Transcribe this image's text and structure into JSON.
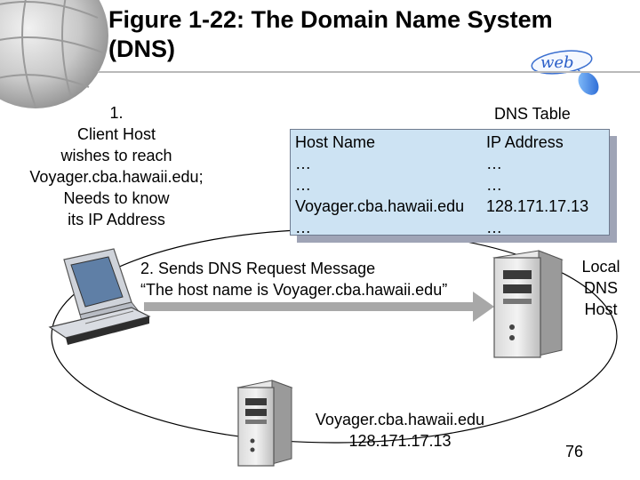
{
  "title": {
    "line1": "Figure 1-22: The Domain Name System",
    "line2": "(DNS)"
  },
  "logo_text": "web",
  "client": {
    "lines": [
      "1.",
      "Client Host",
      "wishes to reach",
      "Voyager.cba.hawaii.edu;",
      "Needs to know",
      "its IP Address"
    ]
  },
  "dns_table": {
    "caption": "DNS Table",
    "headers": [
      "Host Name",
      "IP Address"
    ],
    "rows": [
      [
        "…",
        "…"
      ],
      [
        "…",
        "…"
      ],
      [
        "Voyager.cba.hawaii.edu",
        "128.171.17.13"
      ],
      [
        "…",
        "…"
      ]
    ]
  },
  "request": {
    "line1": "2. Sends DNS Request Message",
    "line2": "“The host name is Voyager.cba.hawaii.edu”"
  },
  "local_dns": {
    "lines": [
      "Local",
      "DNS",
      "Host"
    ]
  },
  "server": {
    "line1": "Voyager.cba.hawaii.edu",
    "line2": "128.171.17.13"
  },
  "page_number": "76",
  "colors": {
    "table_fill": "#cde3f3",
    "table_shadow": "#9fa4b6",
    "arrow": "#a8a8a8"
  }
}
